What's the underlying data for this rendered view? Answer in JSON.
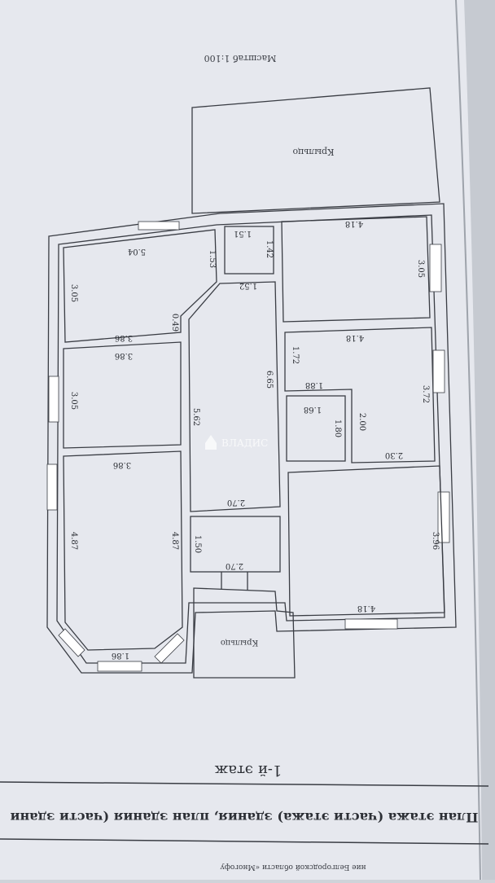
{
  "colors": {
    "paper": "#e7e9ef",
    "ink": "#3a3d44",
    "outside": "#c6cad1",
    "edge_shadow": "#9ea3ab"
  },
  "header": {
    "scale": "Масштаб 1:100",
    "floor_title": "1-й этаж",
    "caption": "План этажа (части этажа) здания, план здания (части здани",
    "footer_fragment": "ние Белгородской области «Многофу"
  },
  "watermark": {
    "brand": "ВЛАДИС"
  },
  "plan": {
    "porch_top": "Крыльцо",
    "porch_bottom": "Крыльцо",
    "dims": {
      "top_left_width": "5.04",
      "top_left_depth": "3.05",
      "top_left_inner": "1.53",
      "top_left_bevel": "0.49",
      "top_left_bottom": "3.86",
      "small_top_w": "1.51",
      "small_top_h": "1.42",
      "corridor_top": "1.52",
      "top_right_width": "4.18",
      "top_right_depth": "3.05",
      "mid_left_width": "3.86",
      "mid_left_depth": "3.05",
      "corridor_left": "5.62",
      "corridor_right": "6.65",
      "corridor_bottom": "2.70",
      "mid_right_width": "4.18",
      "mid_right_step": "1.72",
      "mid_right_inner": "1.88",
      "mid_right_depth": "3.72",
      "mid_right_notch": "2.00",
      "mid_right_bottom": "2.30",
      "bath_w": "1.68",
      "bath_h": "1.80",
      "big_left_width": "3.86",
      "big_left_left": "4.87",
      "big_left_right": "4.87",
      "bay_width": "1.86",
      "hall_depth": "1.50",
      "hall_width": "2.70",
      "big_right_depth": "3.96",
      "big_right_width": "4.18"
    }
  }
}
